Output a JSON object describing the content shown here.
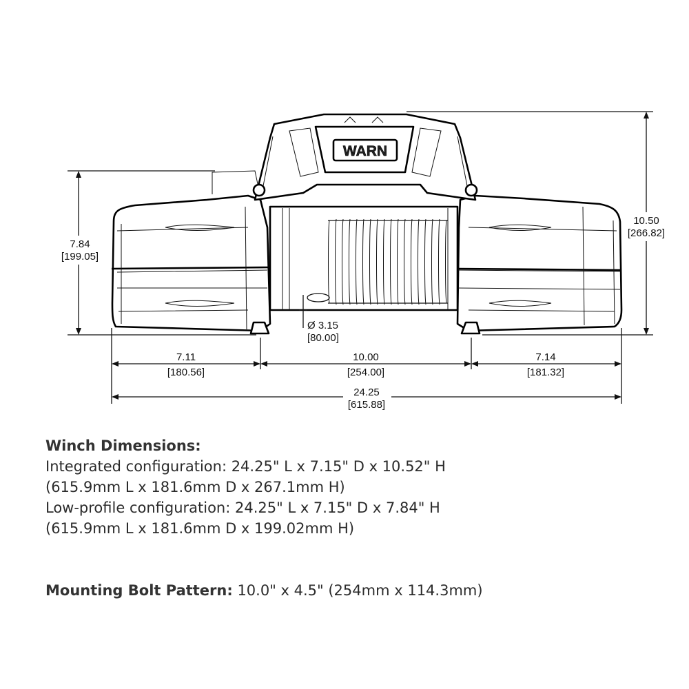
{
  "diagram": {
    "brand": "WARN",
    "dimensions": {
      "low_profile_height": {
        "in": "7.84",
        "mm": "[199.05]"
      },
      "total_height": {
        "in": "10.50",
        "mm": "[266.82]"
      },
      "drum_diameter": {
        "in": "Ø 3.15",
        "mm": "[80.00]"
      },
      "left_offset": {
        "in": "7.11",
        "mm": "[180.56]"
      },
      "bolt_spacing": {
        "in": "10.00",
        "mm": "[254.00]"
      },
      "right_offset": {
        "in": "7.14",
        "mm": "[181.32]"
      },
      "overall_length": {
        "in": "24.25",
        "mm": "[615.88]"
      }
    }
  },
  "specs": {
    "winch_heading": "Winch Dimensions:",
    "lines": [
      "Integrated configuration: 24.25\" L x 7.15\" D x 10.52\" H",
      "(615.9mm L x 181.6mm D x 267.1mm H)",
      "Low-profile configuration: 24.25\" L x 7.15\" D x 7.84\" H",
      "(615.9mm L x 181.6mm D x 199.02mm H)"
    ],
    "bolt_heading": "Mounting Bolt Pattern:",
    "bolt_value": " 10.0\" x 4.5\" (254mm x 114.3mm)"
  }
}
